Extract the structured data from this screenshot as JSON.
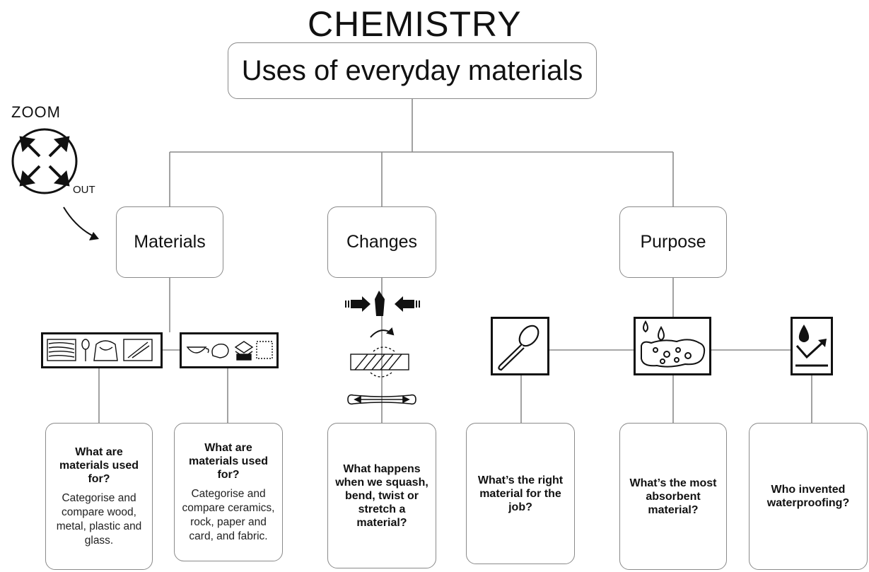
{
  "header": {
    "title": "CHEMISTRY",
    "subtitle": "Uses of everyday materials"
  },
  "zoom": {
    "top_label": "ZOOM",
    "bottom_label": "OUT"
  },
  "categories": [
    {
      "label": "Materials"
    },
    {
      "label": "Changes"
    },
    {
      "label": "Purpose"
    }
  ],
  "questions": [
    {
      "title": "What are materials used for?",
      "detail": "Categorise and compare wood, metal, plastic and glass."
    },
    {
      "title": "What are materials used for?",
      "detail": "Categorise and compare ceramics, rock, paper and card, and fabric."
    },
    {
      "title": "What happens when we squash, bend, twist or stretch a material?",
      "detail": ""
    },
    {
      "title": "What’s the right material for the job?",
      "detail": ""
    },
    {
      "title": "What’s the most absorbent material?",
      "detail": ""
    },
    {
      "title": "Who invented waterproofing?",
      "detail": ""
    }
  ],
  "icons": {
    "materials_set_1": [
      "wood-grain-icon",
      "spoon-icon",
      "plastic-bag-icon",
      "glass-pane-icon"
    ],
    "materials_set_2": [
      "ceramic-bowl-icon",
      "rock-icon",
      "paper-stack-icon",
      "fabric-icon"
    ],
    "changes": [
      "squash-icon",
      "bend-icon",
      "twist-icon",
      "stretch-icon"
    ],
    "purpose": [
      "spoon-icon",
      "sponge-icon",
      "waterproof-icon"
    ]
  },
  "colors": {
    "line": "#8a8a8a",
    "ink": "#111111"
  }
}
